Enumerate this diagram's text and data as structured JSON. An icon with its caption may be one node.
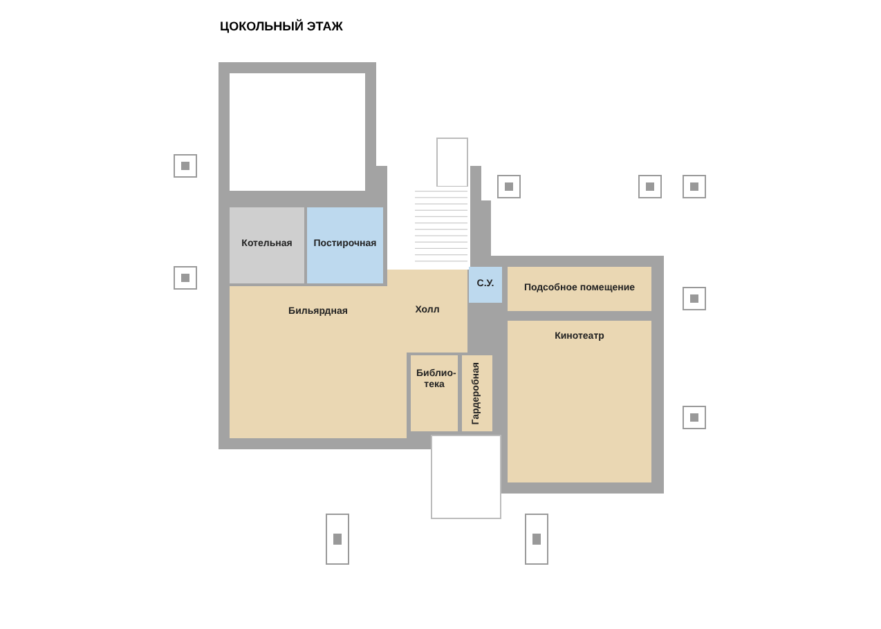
{
  "diagram": {
    "title": "ЦОКОЛЬНЫЙ ЭТАЖ",
    "nodes": [
      {
        "text": [
          "Котельная"
        ]
      },
      {
        "text": [
          "Постирочная"
        ]
      },
      {
        "text": [
          "Холл"
        ]
      },
      {
        "text": [
          "С.У."
        ]
      },
      {
        "text": [
          "Подсобное помещение"
        ]
      },
      {
        "text": [
          "Бильярдная"
        ]
      },
      {
        "text": [
          "Кинотеатр"
        ]
      },
      {
        "text": [
          "Библио-тека"
        ]
      },
      {
        "text": [
          "Гардеробная"
        ]
      }
    ]
  }
}
